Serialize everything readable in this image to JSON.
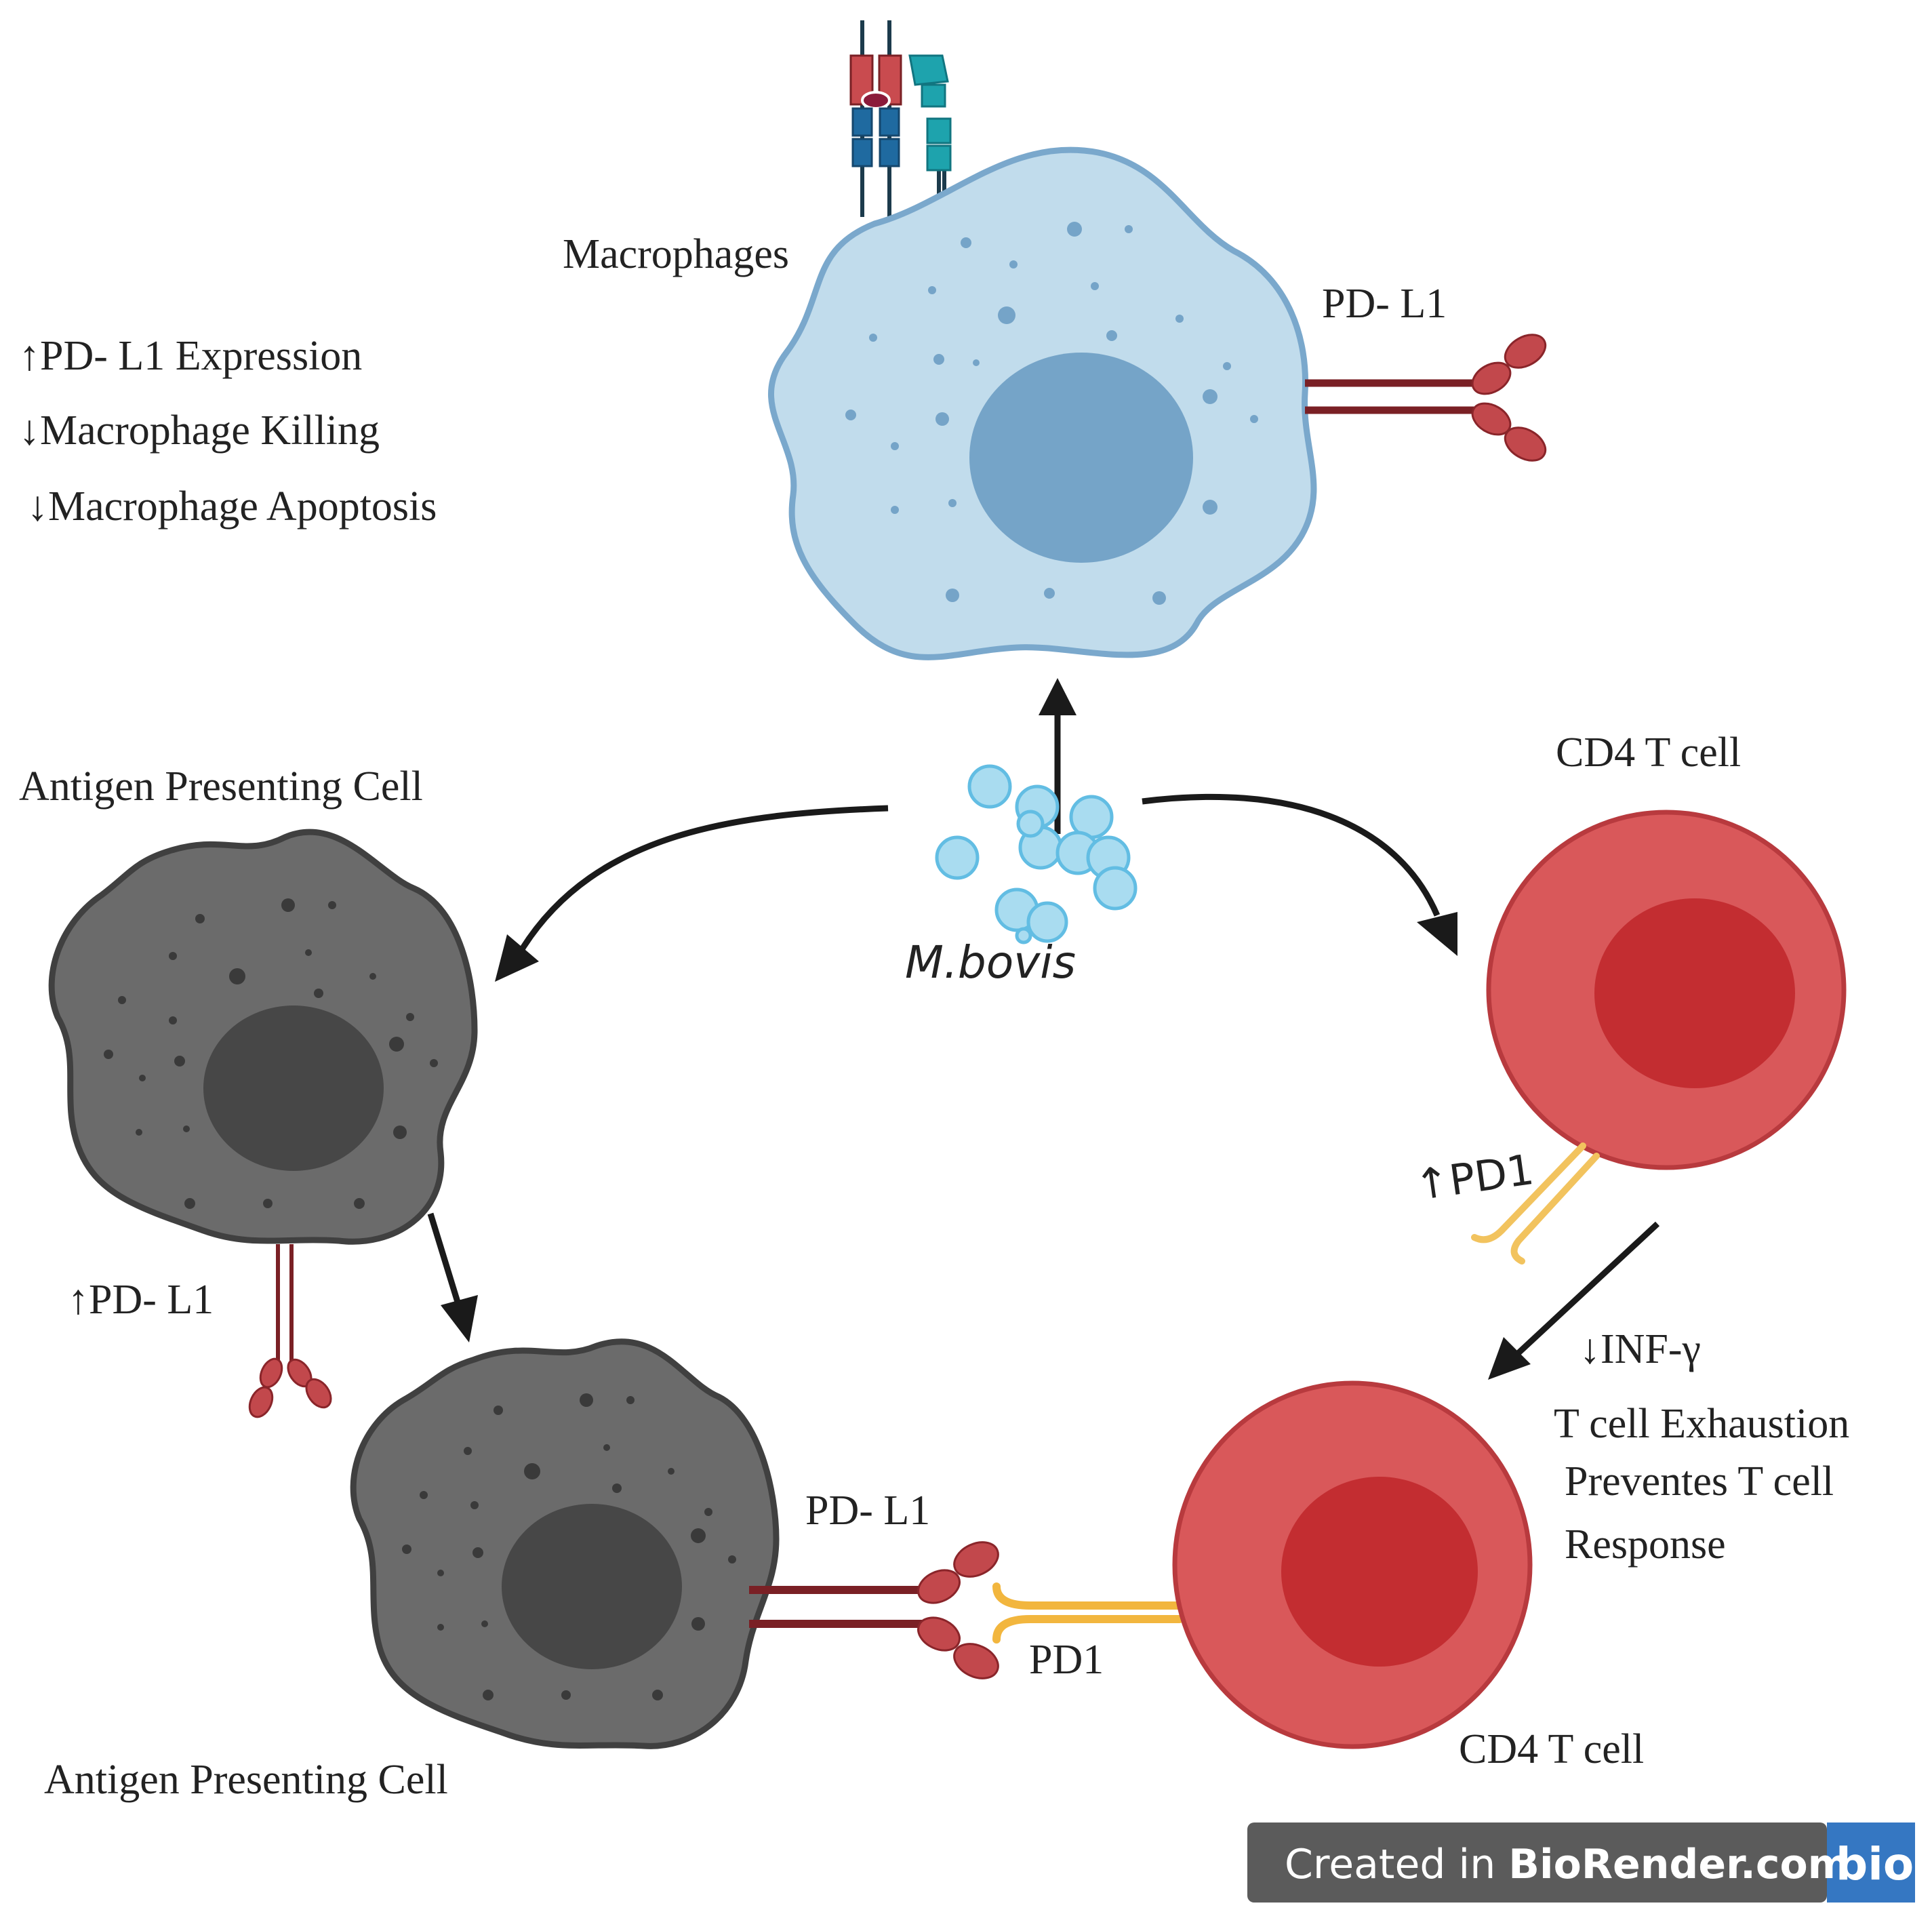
{
  "labels": {
    "macrophages": "Macrophages",
    "pdl1_top": "PD- L1",
    "effects_line1": "↑PD- L1 Expression",
    "effects_line2": "↓Macrophage Killing",
    "effects_line3": "↓Macrophage Apoptosis",
    "apc_top": "Antigen Presenting Cell",
    "apc_bottom": "Antigen Presenting Cell",
    "mbovis": "M.bovis",
    "cd4_top": "CD4 T cell",
    "cd4_bottom": "CD4 T cell",
    "pd1_up": "↑PD1",
    "pdl1_up": "↑PD- L1",
    "pdl1_bottom": "PD- L1",
    "pd1_bottom": "PD1",
    "inf_gamma": "↓INF-γ",
    "exhaustion": "T cell Exhaustion",
    "preventes": "Preventes T cell",
    "response": "Response"
  },
  "watermark": {
    "prefix": "Created in ",
    "brand": "BioRender.com",
    "logo": "bio"
  },
  "colors": {
    "macrophage_fill": "#c1dcec",
    "macrophage_stroke": "#7aa8cc",
    "macrophage_nucleus": "#75a4c8",
    "apc_fill": "#6b6b6b",
    "apc_stroke": "#404040",
    "apc_nucleus": "#474747",
    "tcell_fill": "#d9585a",
    "tcell_stroke": "#b83a3e",
    "tcell_nucleus": "#c32d31",
    "pdl1": "#7a2025",
    "pdl1_head": "#c2484c",
    "pd1": "#f2c35e",
    "arrow": "#1a1a1a",
    "bacteria": "#a9dcf0",
    "watermark_bg": "#5b5b5b",
    "watermark_logo_bg": "#3577c2"
  }
}
